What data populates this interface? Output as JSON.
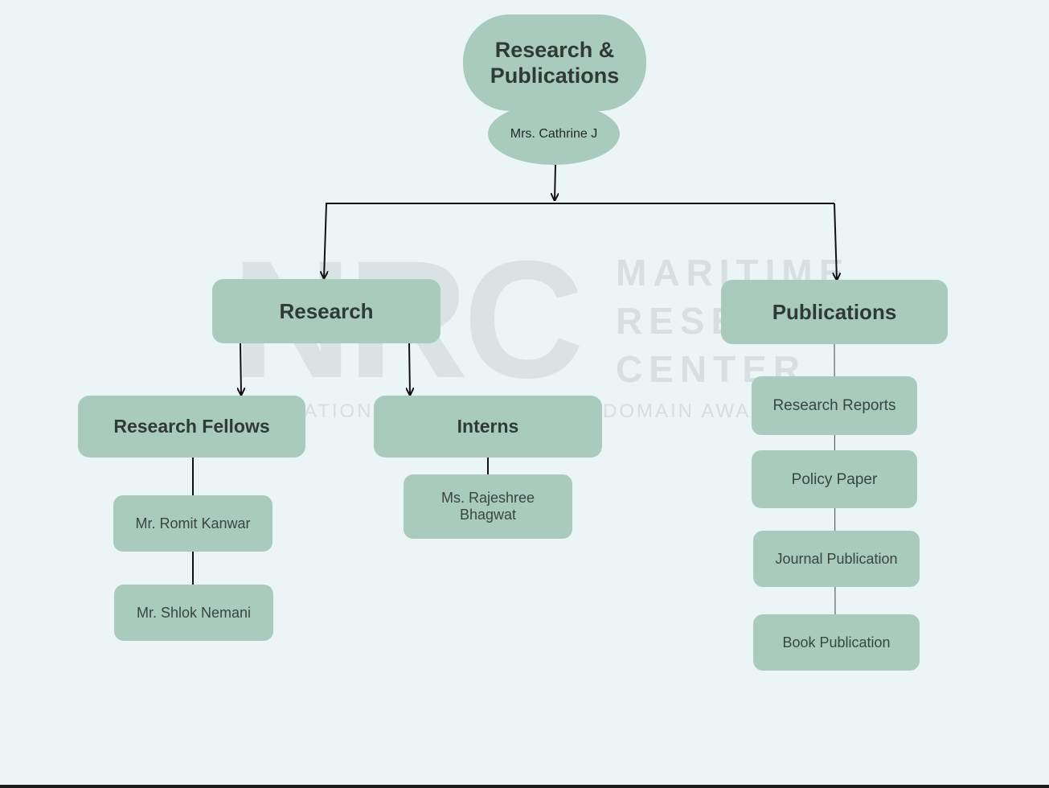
{
  "watermark": {
    "logo": "NRC",
    "line1": "MARITIME",
    "line2": "RESE",
    "line3": "CENTER",
    "tagline_left": "ATION",
    "tagline_right": "DOMAIN AWA"
  },
  "root": {
    "title": "Research & Publications",
    "head": "Mrs. Cathrine J"
  },
  "research": {
    "label": "Research",
    "fellows": {
      "label": "Research Fellows",
      "members": [
        "Mr. Romit Kanwar",
        "Mr. Shlok Nemani"
      ]
    },
    "interns": {
      "label": "Interns",
      "members": [
        "Ms. Rajeshree Bhagwat"
      ]
    }
  },
  "publications": {
    "label": "Publications",
    "items": [
      "Research Reports",
      "Policy Paper",
      "Journal Publication",
      "Book Publication"
    ]
  },
  "colors": {
    "background": "#ecf5f5",
    "node": "#a8cbbe",
    "text": "#2f3a36",
    "connector": "#111111",
    "watermark": "#d6e0e1"
  }
}
